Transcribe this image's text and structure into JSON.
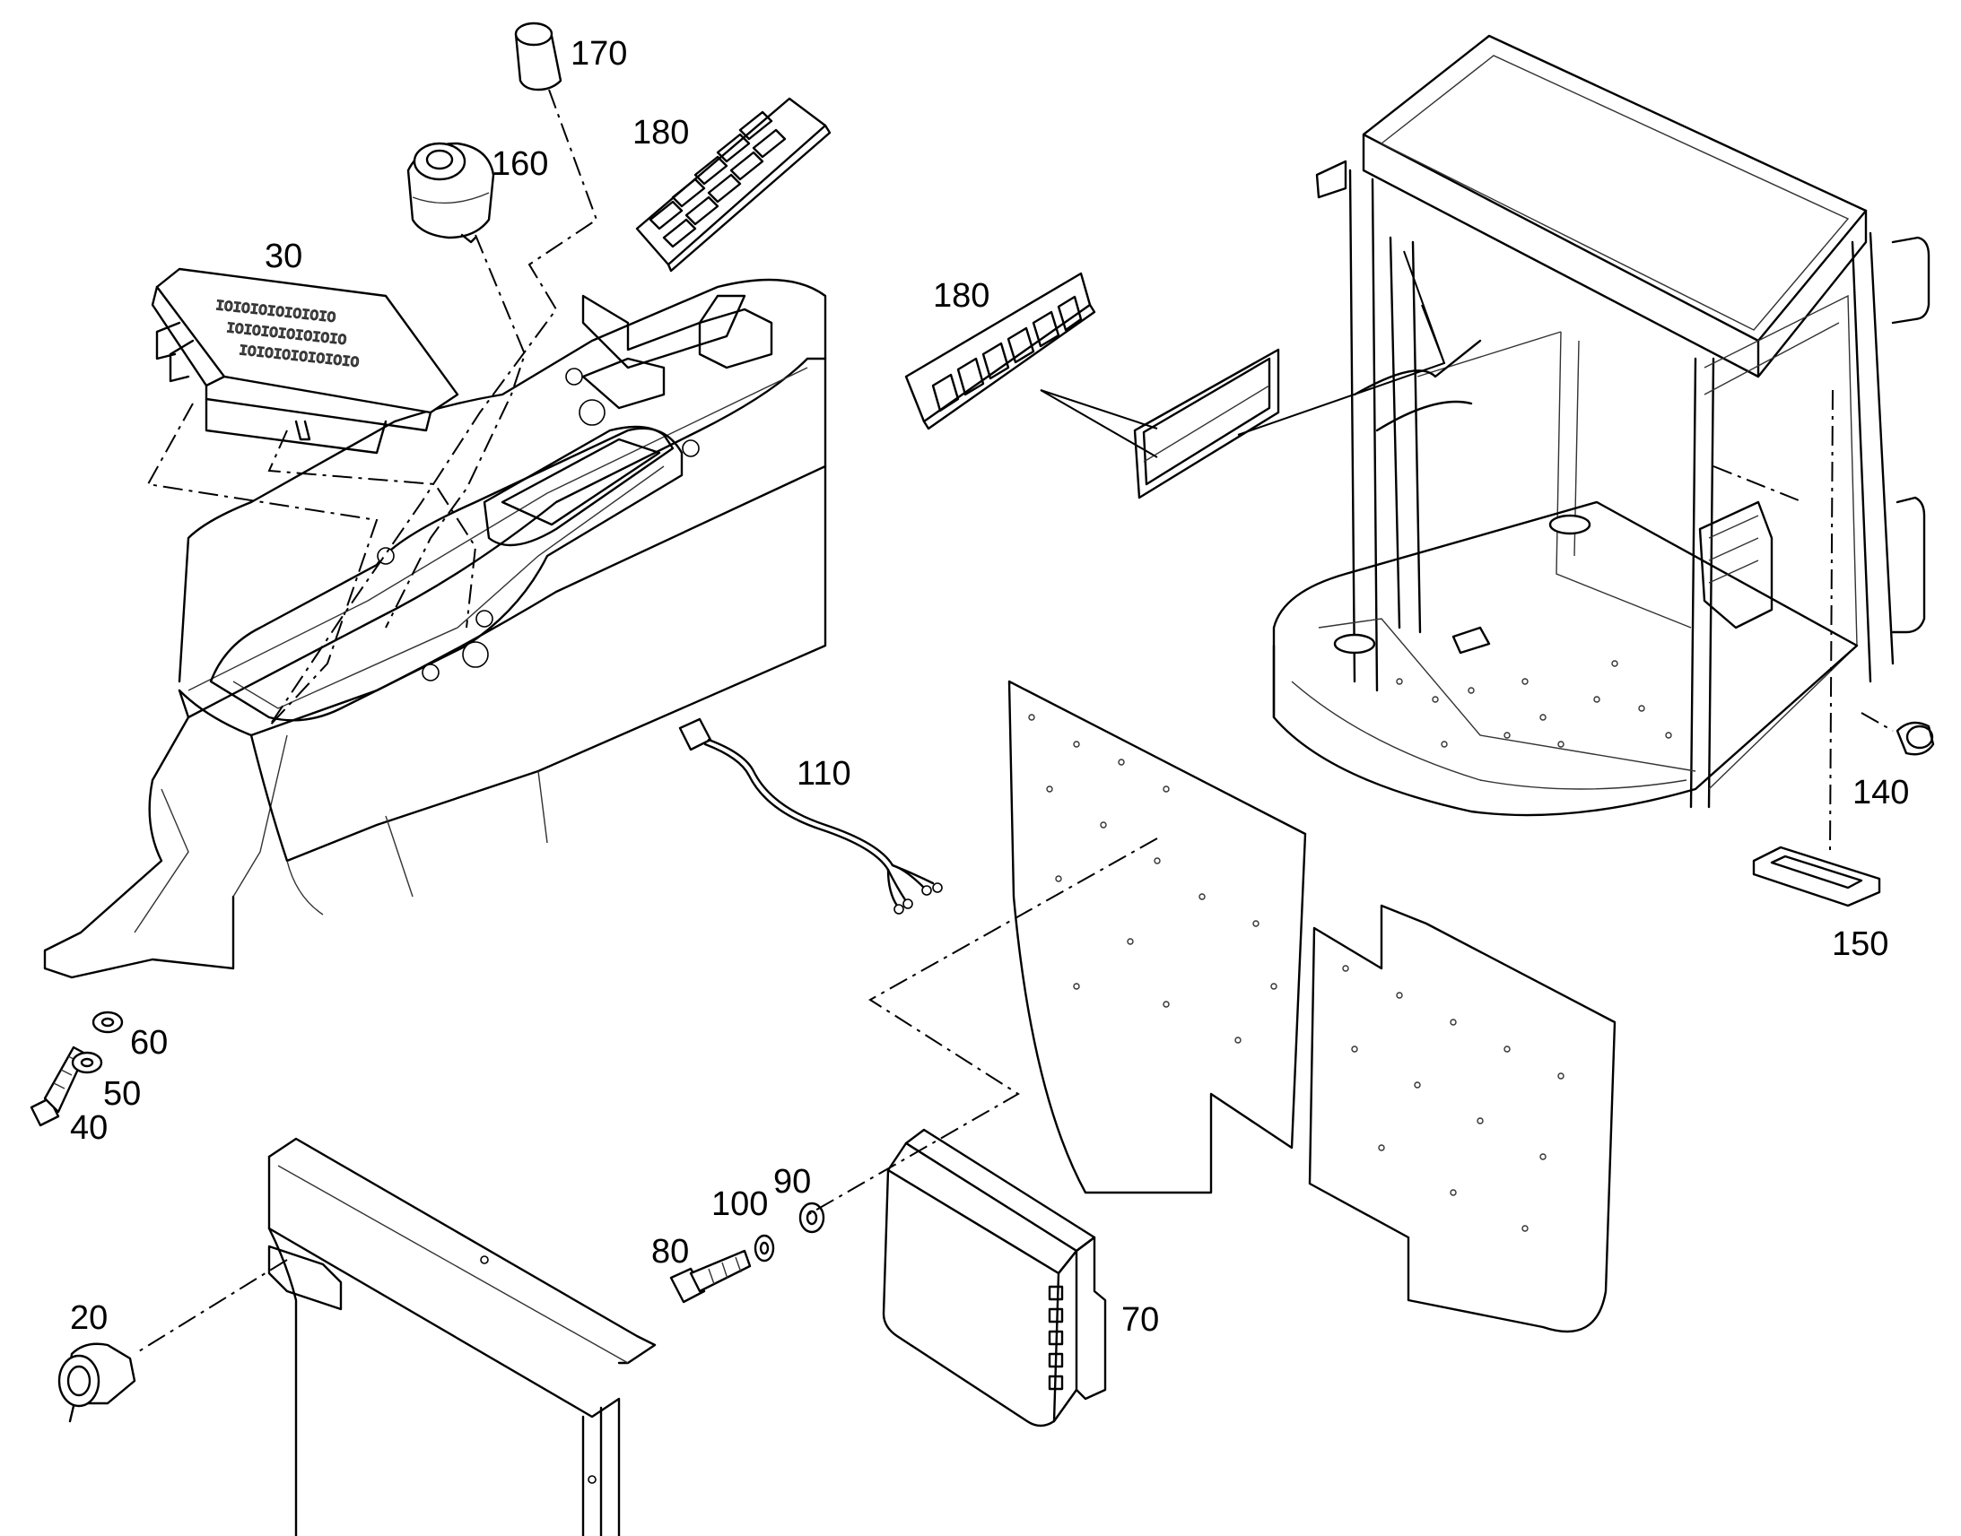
{
  "diagram": {
    "parts": [
      {
        "id": "p20",
        "number": "20",
        "name": "knob-switch"
      },
      {
        "id": "p30",
        "number": "30",
        "name": "switch-panel"
      },
      {
        "id": "p40",
        "number": "40",
        "name": "screw"
      },
      {
        "id": "p50",
        "number": "50",
        "name": "washer"
      },
      {
        "id": "p60",
        "number": "60",
        "name": "washer"
      },
      {
        "id": "p70",
        "number": "70",
        "name": "control-unit"
      },
      {
        "id": "p80",
        "number": "80",
        "name": "bolt"
      },
      {
        "id": "p90",
        "number": "90",
        "name": "washer"
      },
      {
        "id": "p100",
        "number": "100",
        "name": "washer"
      },
      {
        "id": "p110",
        "number": "110",
        "name": "wiring-harness"
      },
      {
        "id": "p140",
        "number": "140",
        "name": "plug"
      },
      {
        "id": "p150",
        "number": "150",
        "name": "grommet"
      },
      {
        "id": "p160",
        "number": "160",
        "name": "joystick-knob"
      },
      {
        "id": "p170",
        "number": "170",
        "name": "knob-cap"
      },
      {
        "id": "p180a",
        "number": "180",
        "name": "rocker-switch-panel"
      },
      {
        "id": "p180b",
        "number": "180",
        "name": "rocker-switch-panel"
      }
    ]
  }
}
